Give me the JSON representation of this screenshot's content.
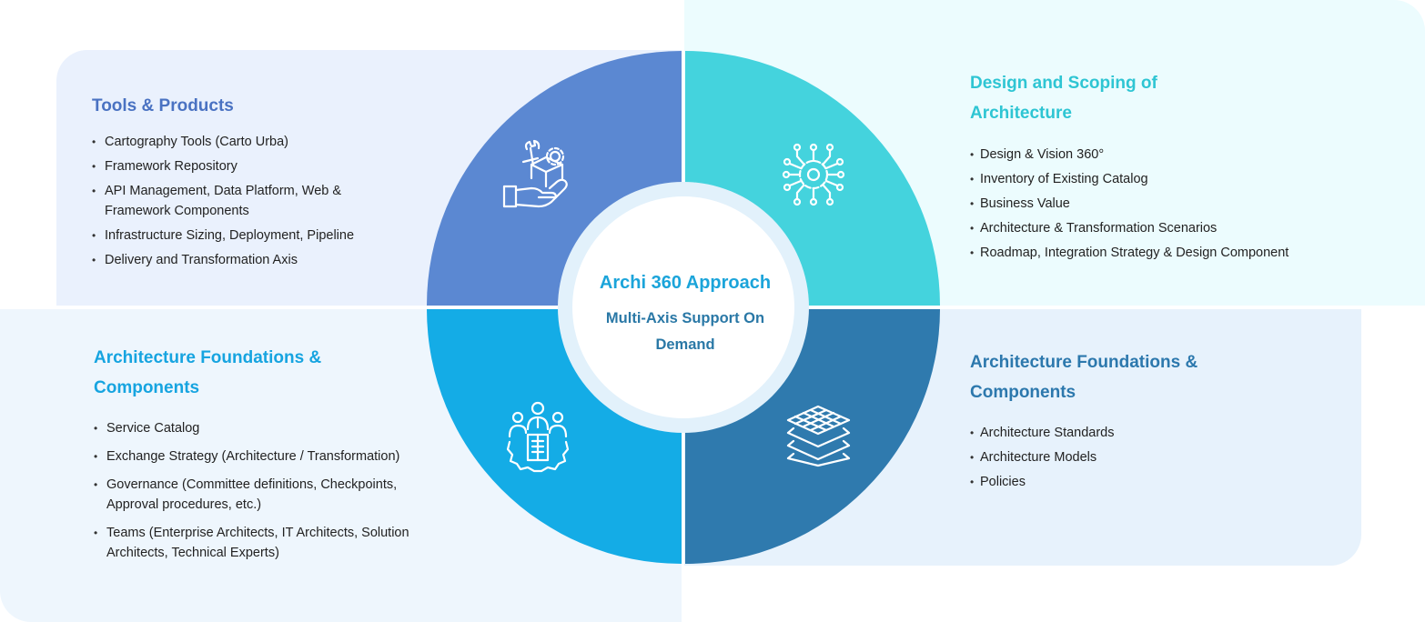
{
  "center": {
    "title": "Archi 360 Approach",
    "subtitle": "Multi-Axis Support On Demand"
  },
  "colors": {
    "quadrant_top_left": "#5b88d2",
    "quadrant_top_right": "#44d3dd",
    "quadrant_bottom_left": "#14ace6",
    "quadrant_bottom_right": "#2f7aae",
    "center_ring": "#e2f1fb"
  },
  "sections": {
    "top_left": {
      "title": "Tools & Products",
      "icon": "hand-box-tools-icon",
      "items": [
        "Cartography Tools (Carto Urba)",
        "Framework Repository",
        "API Management, Data Platform, Web & Framework Components",
        "Infrastructure Sizing, Deployment, Pipeline",
        "Delivery and Transformation Axis"
      ]
    },
    "top_right": {
      "title": "Design and Scoping of Architecture",
      "icon": "gear-circuit-icon",
      "items": [
        "Design & Vision 360°",
        "Inventory of Existing Catalog",
        "Business Value",
        "Architecture & Transformation Scenarios",
        "Roadmap, Integration Strategy  & Design Component"
      ]
    },
    "bottom_left": {
      "title": "Architecture Foundations & Components",
      "icon": "team-gear-building-icon",
      "items": [
        "Service Catalog",
        "Exchange Strategy (Architecture / Transformation)",
        "Governance (Committee definitions, Checkpoints, Approval procedures, etc.)",
        "Teams (Enterprise Architects, IT Architects, Solution Architects, Technical Experts)"
      ]
    },
    "bottom_right": {
      "title": "Architecture Foundations & Components",
      "icon": "layers-grid-icon",
      "items": [
        "Architecture Standards",
        "Architecture Models",
        "Policies"
      ]
    }
  }
}
